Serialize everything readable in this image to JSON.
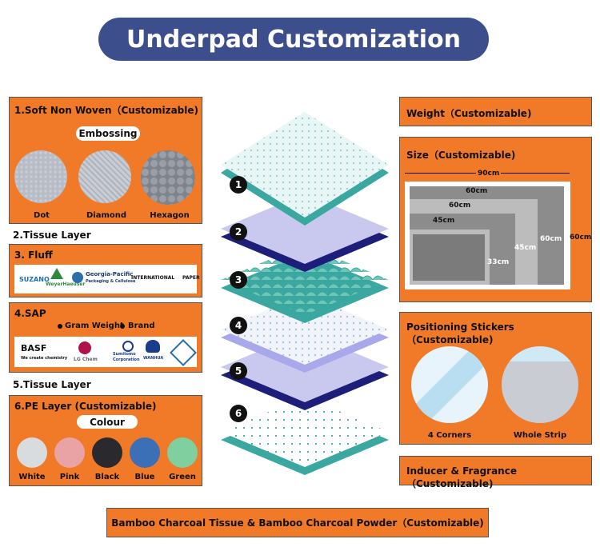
{
  "header": {
    "title": "Underpad Customization"
  },
  "left": {
    "nonwoven": {
      "title": "1.Soft Non Woven（Customizable)",
      "pill": "Embossing",
      "items": [
        {
          "label": "Dot"
        },
        {
          "label": "Diamond"
        },
        {
          "label": "Hexagon"
        }
      ]
    },
    "tissue1": {
      "title": "2.Tissue Layer"
    },
    "fluff": {
      "title": "3. Fluff",
      "logos": [
        "SUZANO",
        "WeyerHaeuser",
        "Georgia-Pacific",
        "Packaging & Cellulose",
        "INTERNATIONAL",
        "PAPER"
      ]
    },
    "sap": {
      "title": "4.SAP",
      "bullets": [
        "Gram Weight",
        "Brand"
      ],
      "logos": [
        "BASF",
        "We create chemistry",
        "LG Chem",
        "Sumitomo",
        "Corporation",
        "WANHUA"
      ]
    },
    "tissue2": {
      "title": "5.Tissue Layer"
    },
    "pe": {
      "title": "6.PE Layer (Customizable)",
      "pill": "Colour",
      "colors": [
        {
          "label": "White",
          "hex": "#d9dcdf"
        },
        {
          "label": "Pink",
          "hex": "#e9a3a5"
        },
        {
          "label": "Black",
          "hex": "#2a2a2e"
        },
        {
          "label": "Blue",
          "hex": "#3b6fb6"
        },
        {
          "label": "Green",
          "hex": "#7fcf9f"
        }
      ]
    }
  },
  "center": {
    "layers": [
      {
        "num": "1",
        "icon": "nonwoven-layer-icon"
      },
      {
        "num": "2",
        "icon": "tissue-layer-icon"
      },
      {
        "num": "3",
        "icon": "fluff-layer-icon"
      },
      {
        "num": "4",
        "icon": "sap-layer-icon"
      },
      {
        "num": "5",
        "icon": "tissue-layer-icon"
      },
      {
        "num": "6",
        "icon": "pe-layer-icon"
      }
    ]
  },
  "right": {
    "weight": {
      "title": "Weight（Customizable)"
    },
    "size": {
      "title": "Size（Customizable)",
      "dims": {
        "top": "90cm",
        "w1": "60cm",
        "w2": "60cm",
        "w3": "45cm",
        "h1": "33cm",
        "h2": "45cm",
        "h3": "60cm",
        "outer": "60cm"
      }
    },
    "stickers": {
      "title": "Positioning Stickers（Customizable)",
      "items": [
        {
          "label": "4 Corners"
        },
        {
          "label": "Whole Strip"
        }
      ]
    },
    "inducer": {
      "title": "Inducer & Fragrance（Customizable)"
    }
  },
  "footer": {
    "title": "Bamboo Charcoal Tissue & Bamboo Charcoal Powder（Customizable)"
  },
  "colors": {
    "orange": "#f07a28",
    "navy": "#3c4f8c",
    "teal": "#3aa8a0",
    "lavender": "#c9c9f0",
    "darknavy": "#1d1d7a"
  }
}
